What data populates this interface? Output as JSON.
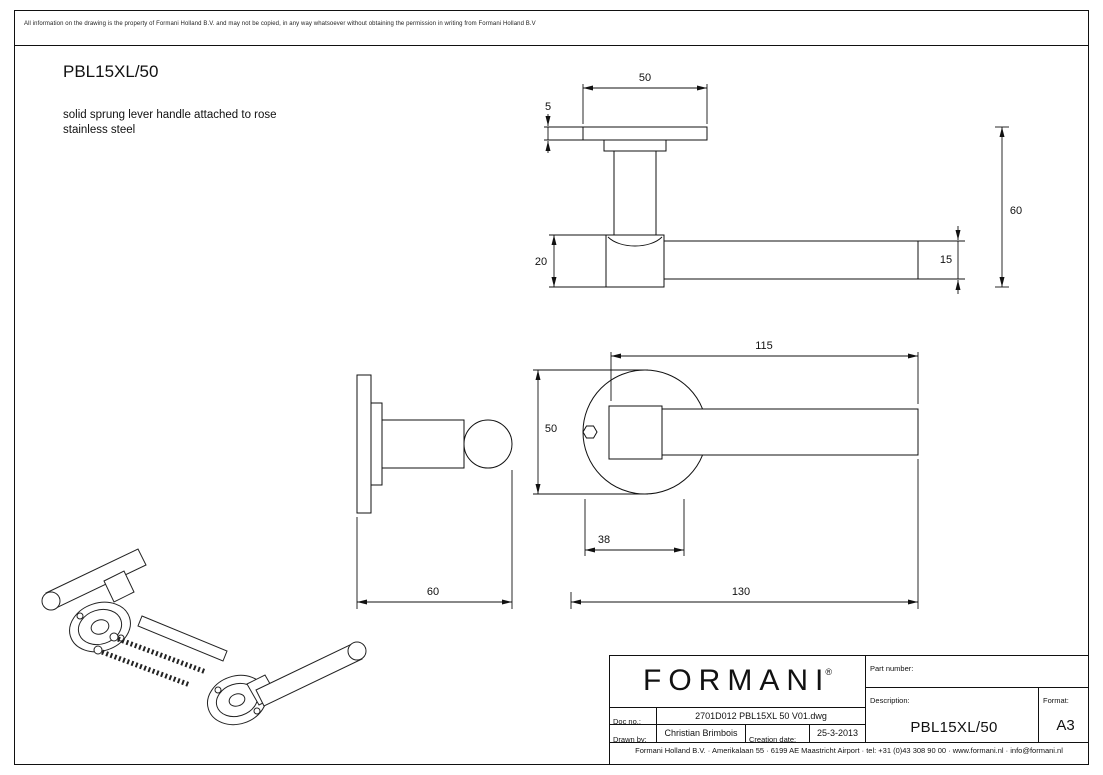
{
  "sheet": {
    "disclaimer": "All information on the drawing is the property of Formani Holland B.V. and may not be copied, in any way whatsoever without obtaining the permission in writing from Formani Holland B.V",
    "title": "PBL15XL/50",
    "description": [
      "solid sprung lever handle attached to rose",
      "stainless steel"
    ]
  },
  "dimensions": {
    "rose_width_front": "50",
    "rose_thickness": "5",
    "neck_height": "20",
    "lever_section_height": "15",
    "total_projection": "60",
    "lever_length": "115",
    "rose_diameter": "50",
    "rose_base_width": "38",
    "overall_length": "130",
    "side_depth": "60"
  },
  "title_block": {
    "logo": "FORMANI",
    "logo_registered": "®",
    "part_number_label": "Part number:",
    "description_label": "Description:",
    "description_value": "PBL15XL/50",
    "format_label": "Format:",
    "format_value": "A3",
    "doc_no_label": "Doc no.:",
    "doc_no_value": "2701D012 PBL15XL 50 V01.dwg",
    "drawn_by_label": "Drawn by:",
    "drawn_by_value": "Christian Brimbois",
    "creation_date_label": "Creation date:",
    "creation_date_value": "25-3-2013",
    "footer": "Formani Holland B.V. · Amerikalaan 55 · 6199 AE Maastricht Airport · tel: +31 (0)43 308 90 00 · www.formani.nl · info@formani.nl"
  }
}
